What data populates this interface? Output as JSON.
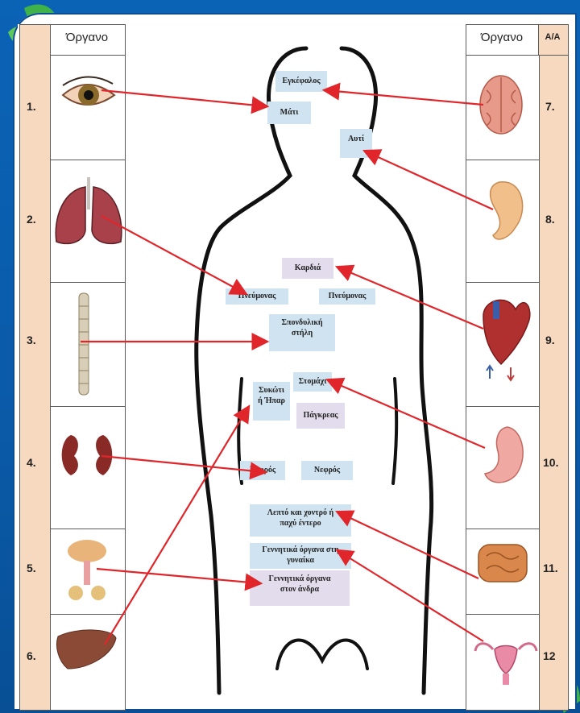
{
  "header": {
    "left_organ": "Όργανο",
    "right_organ": "Όργανο",
    "right_aa": "Α/Α"
  },
  "left_rows": [
    {
      "num": "1.",
      "icon": "eye-icon"
    },
    {
      "num": "2.",
      "icon": "lungs-icon"
    },
    {
      "num": "3.",
      "icon": "spine-icon"
    },
    {
      "num": "4.",
      "icon": "kidneys-icon"
    },
    {
      "num": "5.",
      "icon": "male-reproductive-icon"
    },
    {
      "num": "6.",
      "icon": "liver-icon"
    }
  ],
  "right_rows": [
    {
      "num": "7.",
      "icon": "brain-icon"
    },
    {
      "num": "8.",
      "icon": "ear-icon"
    },
    {
      "num": "9.",
      "icon": "heart-icon"
    },
    {
      "num": "10.",
      "icon": "stomach-icon"
    },
    {
      "num": "11.",
      "icon": "intestines-icon"
    },
    {
      "num": "12",
      "icon": "female-reproductive-icon"
    }
  ],
  "labels": {
    "brain": "Εγκέφαλος",
    "eyes": "Μάτι",
    "ear": "Αυτί",
    "heart": "Καρδιά",
    "lung_left": "Πνεύμονας",
    "lung_right": "Πνεύμονας",
    "spine_line1": "Σπονδυλική",
    "spine_line2": "στήλη",
    "stomach": "Στομάχι",
    "liver_line1": "Συκώτι",
    "liver_line2": "ή Ήπαρ",
    "pancreas": "Πάγκρεας",
    "kidney_left": "Νεφρός",
    "kidney_right": "Νεφρός",
    "intestine_line1": "Λεπτό και χοντρό ή",
    "intestine_line2": "παχύ έντερο",
    "female_line1": "Γεννητικά όργανα στη",
    "female_line2": "γυναίκα",
    "male_line1": "Γεννητικά όργανα",
    "male_line2": "στον άνδρα"
  },
  "colors": {
    "arrow": "#e0262b",
    "number_column": "#f7d9bf",
    "label_blue": "#cfe3f0",
    "label_purple": "#e3dcec",
    "frame": "#0a5aa8"
  }
}
